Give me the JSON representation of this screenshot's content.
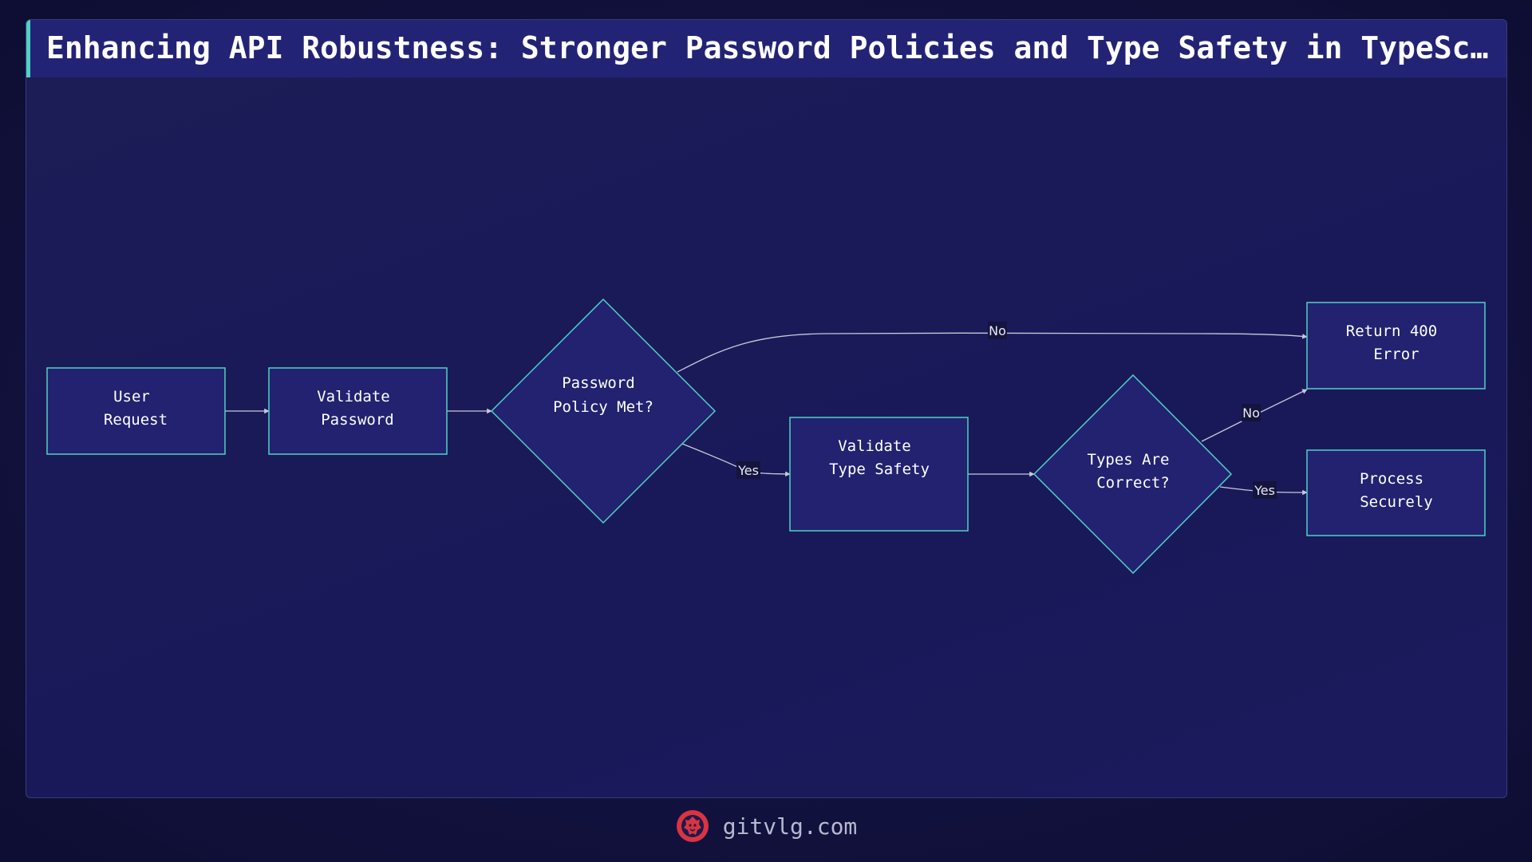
{
  "title": "Enhancing API Robustness: Stronger Password Policies and Type Safety in TypeScr…",
  "colors": {
    "node_fill": "#222270",
    "node_stroke": "#4fd1c5",
    "edge": "#c8c8dc",
    "label_bg": "#14143c",
    "title_accent": "#4fd1c5",
    "logo": "#d9343f"
  },
  "nodes": {
    "user_request": [
      "User",
      "Request"
    ],
    "validate_password": [
      "Validate",
      "Password"
    ],
    "password_policy": [
      "Password",
      "Policy Met?"
    ],
    "validate_type_safety": [
      "Validate",
      "Type Safety"
    ],
    "types_correct": [
      "Types Are",
      "Correct?"
    ],
    "return_400": [
      "Return 400",
      "Error"
    ],
    "process_securely": [
      "Process",
      "Securely"
    ]
  },
  "edges": {
    "policy_no": "No",
    "policy_yes": "Yes",
    "types_no": "No",
    "types_yes": "Yes"
  },
  "footer": {
    "logo_icon": "lion-head-icon",
    "site": "gitvlg.com"
  }
}
